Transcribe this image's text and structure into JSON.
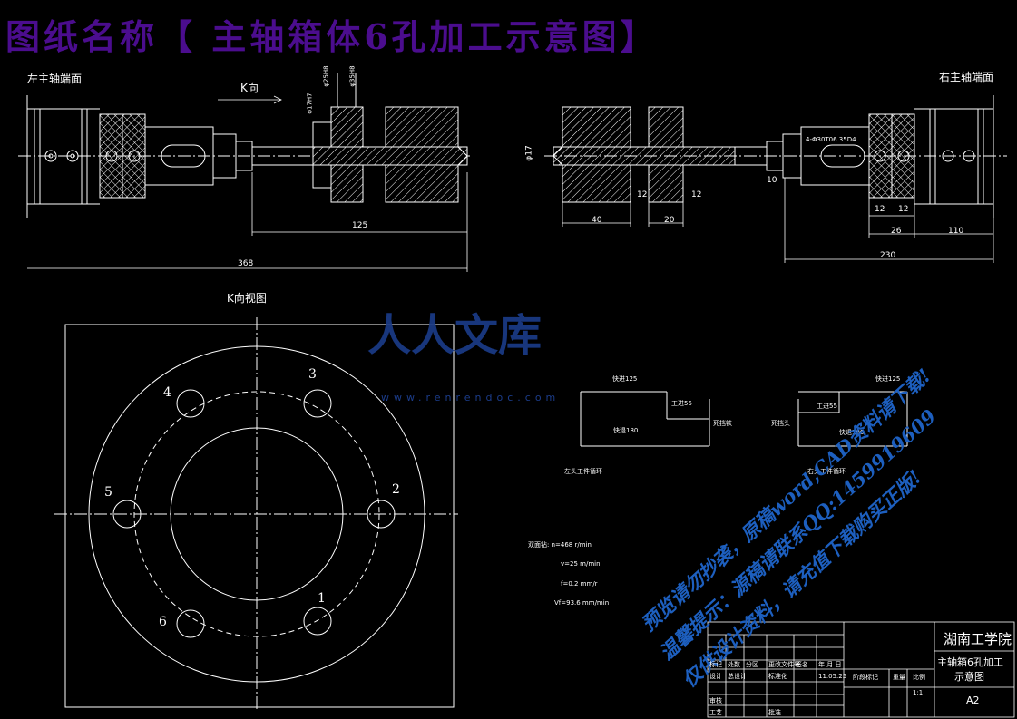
{
  "title": "图纸名称【 主轴箱体6孔加工示意图】",
  "left_view_label": "左主轴端面",
  "right_view_label": "右主轴端面",
  "k_direction": "K向",
  "k_view_label": "K向视图",
  "dims": {
    "d_125": "125",
    "d_368": "368",
    "d_40": "40",
    "d_20": "20",
    "d_12a": "12",
    "d_12b": "12",
    "d_10": "10",
    "d_12c": "12",
    "d_12d": "12",
    "d_26": "26",
    "d_110": "110",
    "d_230": "230",
    "d_phi17": "φ17",
    "d_phi17b": "φ17H7",
    "d_phi25": "φ25H8",
    "d_phi35": "φ35H8",
    "spec": "4-Φ30T06.35D4"
  },
  "hole_numbers": [
    "1",
    "2",
    "3",
    "4",
    "5",
    "6"
  ],
  "cycle": {
    "left_fast": "快进125",
    "left_work": "工进55",
    "left_stop": "死挡铁",
    "left_back": "快退180",
    "left_caption": "左头工件循环",
    "right_fast": "快进125",
    "right_work": "工进55",
    "right_stop": "死挡头",
    "right_back": "快退180",
    "right_caption": "右头工件循环"
  },
  "params": {
    "line1": "双面钻: n=468 r/min",
    "line2": "v=25 m/min",
    "line3": "f=0.2 mm/r",
    "line4": "Vf=93.6 mm/min"
  },
  "logo": {
    "text": "人人文库",
    "url": "www.renrendoc.com"
  },
  "watermark": {
    "line1": "预览请勿抄袭，原稿word,CAD资料请下载!",
    "line2": "温馨提示：源稿请联系QQ:1459919609",
    "line3": "仅供设计资料，请充值下载购买正版!"
  },
  "title_block": {
    "school": "湖南工学院",
    "drawing_name_1": "主轴箱6孔加工",
    "drawing_name_2": "示意图",
    "scale": "1:1",
    "sheet": "A2",
    "date": "11.05.25",
    "r1": [
      "标记",
      "处数",
      "分区",
      "更改文件号",
      "签名",
      "年.月.日"
    ],
    "r2": [
      "设计",
      "总设计",
      "",
      "标准化",
      "",
      ""
    ],
    "r3": [
      "审核",
      "",
      "",
      "",
      "",
      ""
    ],
    "r4": [
      "工艺",
      "",
      "",
      "批准",
      "",
      ""
    ],
    "stage": "阶段标记",
    "weight": "重量",
    "ratio": "比例"
  }
}
